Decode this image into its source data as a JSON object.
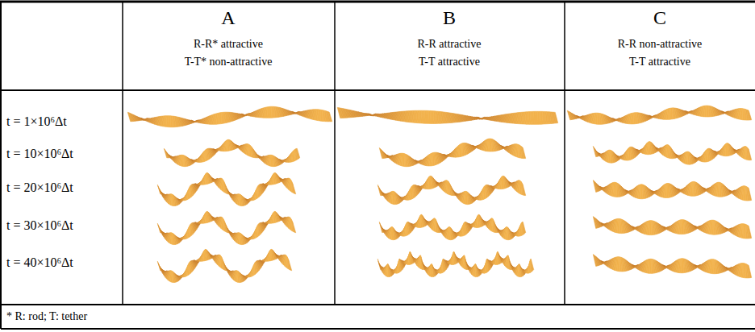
{
  "diagram": {
    "labels": [
      "A",
      "R-R* attractive",
      "T-T* non-attractive",
      "B",
      "R-R attractive",
      "T-T attractive",
      "C",
      "R-R non-attractive",
      "T-T attractive",
      "t = 1×10⁶Δt",
      "t = 10×10⁶Δt",
      "t = 20×10⁶Δt",
      "t = 30×10⁶Δt",
      "t = 40×10⁶Δt",
      "* R: rod; T: tether"
    ]
  }
}
